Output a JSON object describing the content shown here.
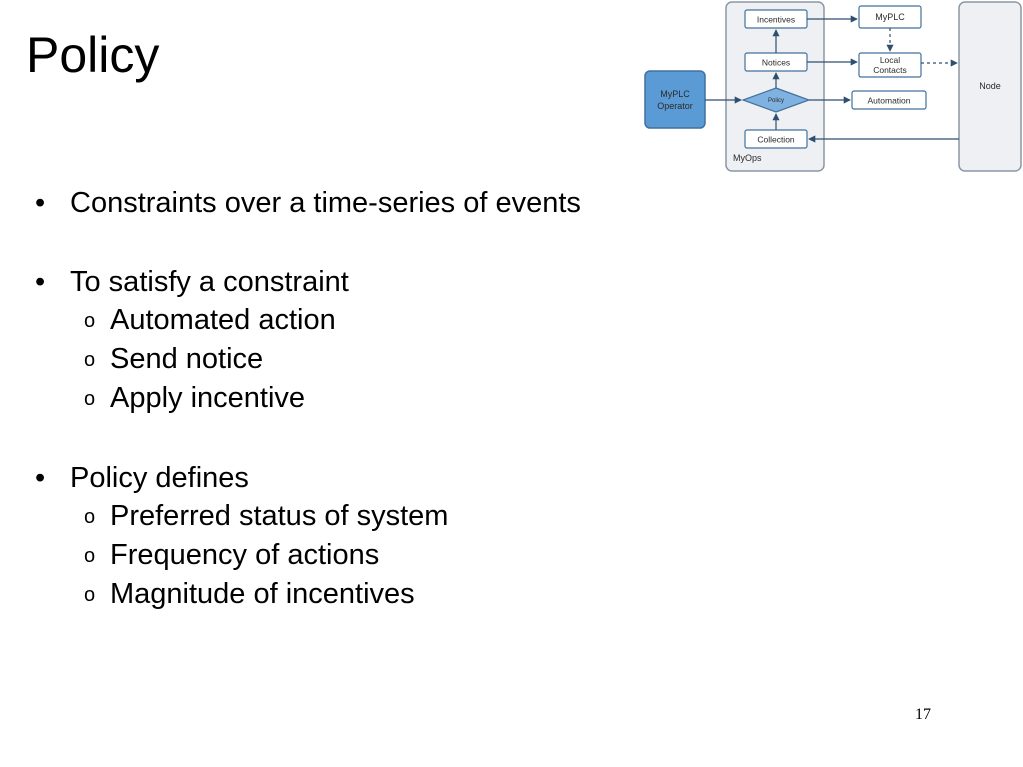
{
  "slide": {
    "title": "Policy",
    "page_number": "17"
  },
  "bullets": [
    {
      "text": "Constraints over a time-series of events",
      "subs": []
    },
    {
      "text": "To satisfy a constraint",
      "subs": [
        "Automated action",
        "Send notice",
        "Apply incentive"
      ]
    },
    {
      "text": "Policy defines",
      "subs": [
        "Preferred status of system",
        "Frequency of actions",
        "Magnitude of incentives"
      ]
    }
  ],
  "markers": {
    "bullet": "•",
    "sub_bullet": "o"
  },
  "diagram": {
    "nodes": {
      "operator": {
        "line1": "MyPLC",
        "line2": "Operator"
      },
      "incentives": "Incentives",
      "notices": "Notices",
      "policy": "Policy",
      "collection": "Collection",
      "myops": "MyOps",
      "myplc": "MyPLC",
      "local_contacts": {
        "line1": "Local",
        "line2": "Contacts"
      },
      "automation": "Automation",
      "node": "Node"
    },
    "colors": {
      "operator_fill": "#5b9bd5",
      "policy_fill": "#7fb2e0",
      "stroke": "#41719c",
      "container_fill": "#eef0f3",
      "box_fill": "#ffffff",
      "arrow": "#2f4f6f"
    }
  }
}
